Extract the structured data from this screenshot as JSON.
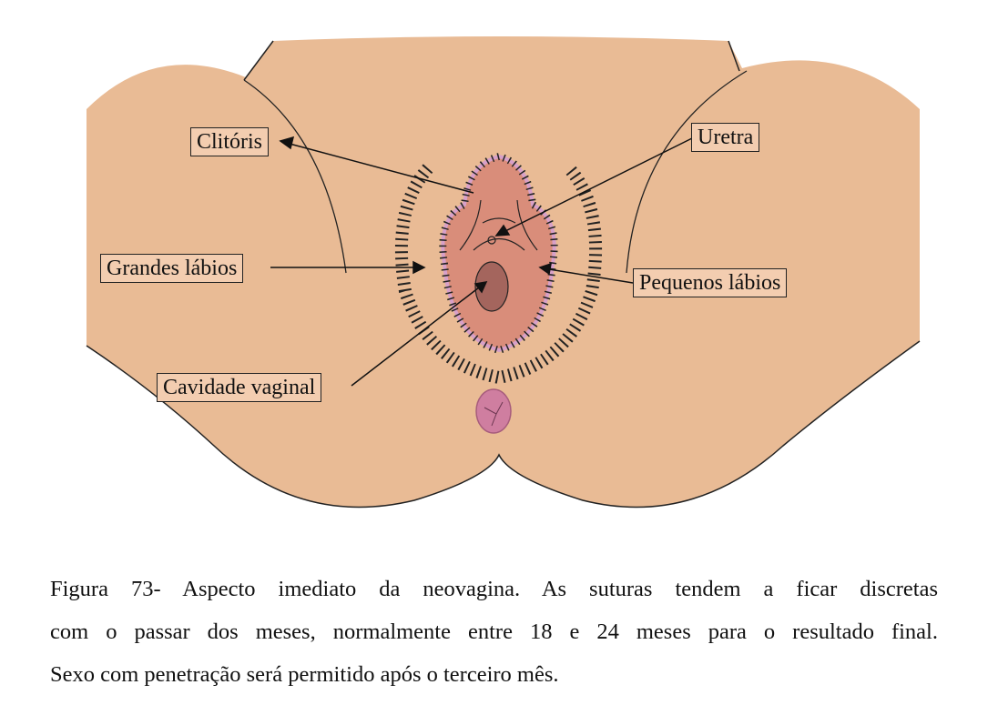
{
  "figure": {
    "labels": {
      "clitoris": "Clitóris",
      "uretra": "Uretra",
      "grandes_labios": "Grandes lábios",
      "pequenos_labios": "Pequenos lábios",
      "cavidade_vaginal": "Cavidade vaginal"
    },
    "colors": {
      "skin": "#e9bb95",
      "inner": "#d98d7a",
      "cavity": "#a4655d",
      "anus": "#cf7ea0"
    }
  },
  "caption": {
    "lines": [
      "Figura 73- Aspecto imediato da neovagina. As suturas tendem a ficar discretas",
      "com o passar dos meses, normalmente entre 18 e 24 meses para o resultado final.",
      "Sexo com penetração será permitido após o terceiro mês."
    ]
  }
}
